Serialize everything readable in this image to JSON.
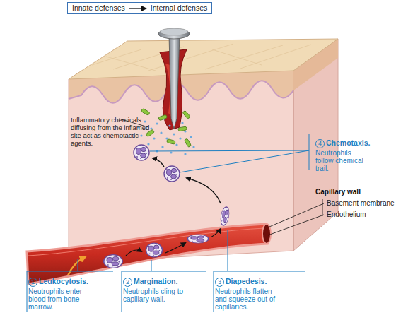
{
  "diagram": {
    "nodes": [
      {
        "text": [
          "Innate defenses",
          "Internal defenses"
        ]
      }
    ],
    "labels": [
      "Inflammatory chemicals diffusing from the inflamed site act as chemotactic agents.",
      "4",
      "Chemotaxis.",
      "Neutrophils follow chemical trail.",
      "Capillary wall",
      "Basement membrane",
      "Endothelium",
      "1",
      "Leukocytosis.",
      "Neutrophils enter blood from bone marrow.",
      "2",
      "Margination.",
      "Neutrophils cling to capillary wall.",
      "3",
      "Diapedesis.",
      "Neutrophils flatten and squeeze out of capillaries."
    ]
  }
}
